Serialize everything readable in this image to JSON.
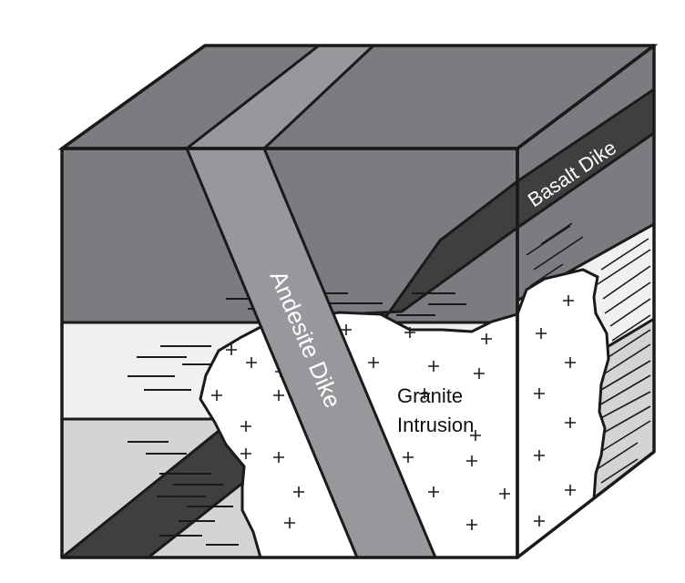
{
  "labels": {
    "basalt": "Basalt Dike",
    "andesite": "Andesite Dike",
    "granite_line1": "Granite",
    "granite_line2": "Intrusion"
  },
  "colors": {
    "top_layer": "#7b7c80",
    "top_face": "#8a8b8f",
    "light_layer": "#f0f0f0",
    "mid_layer": "#d3d4d6",
    "andesite": "#97989b",
    "basalt": "#3f3f42",
    "granite": "#ffffff",
    "outline": "#1a1a1a"
  }
}
